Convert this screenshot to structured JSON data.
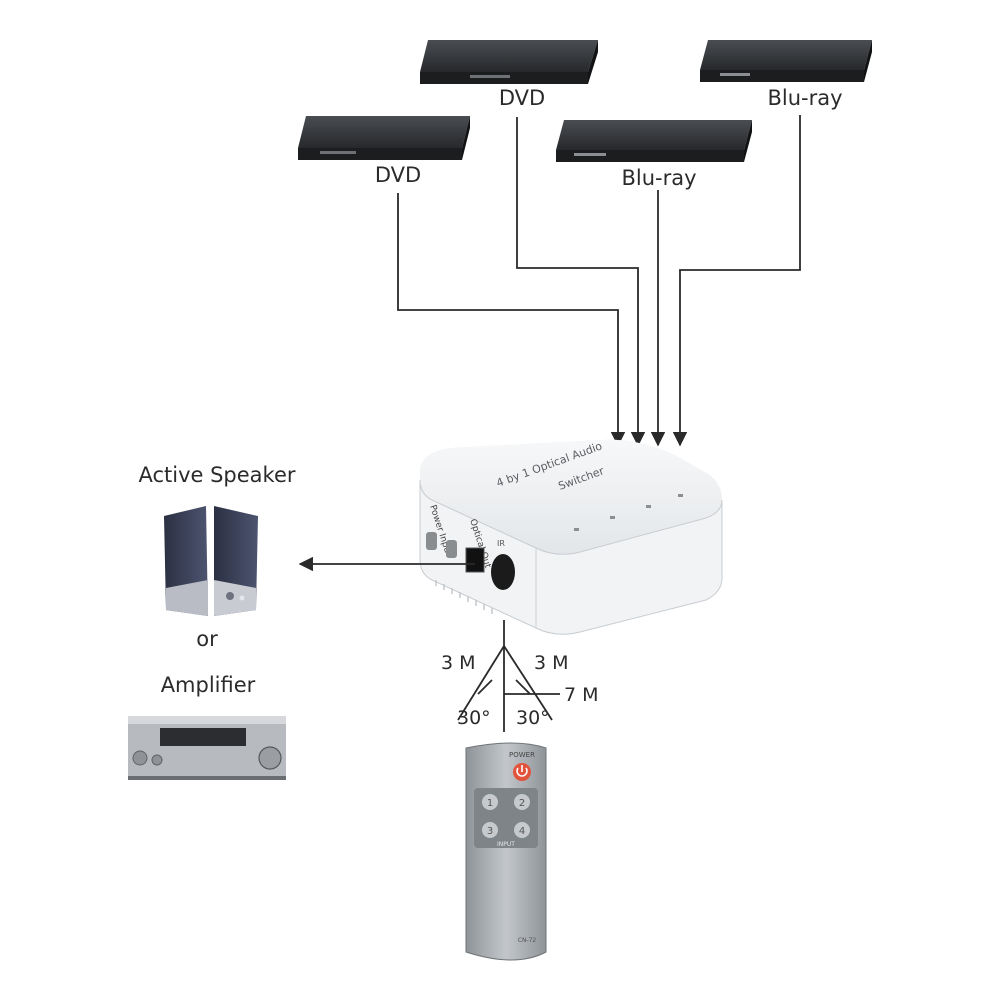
{
  "sources": {
    "dvd_top": "DVD",
    "dvd_left": "DVD",
    "bluray_mid": "Blu-ray",
    "bluray_right": "Blu-ray"
  },
  "outputs": {
    "speaker": "Active Speaker",
    "or": "or",
    "amplifier": "Amplifier"
  },
  "switcher": {
    "title_line1": "4 by 1 Optical Audio",
    "title_line2": "Switcher",
    "port_power": "Power Input",
    "port_optical": "Optical Out",
    "ir_label": "IR"
  },
  "range": {
    "left": "3 M",
    "right": "3 M",
    "front": "7 M",
    "angle_left": "30°",
    "angle_right": "30°"
  },
  "remote": {
    "power_label": "POWER",
    "buttons": [
      "1",
      "2",
      "3",
      "4"
    ],
    "input_label": "INPUT",
    "model": "CN-72"
  },
  "colors": {
    "line": "#2a2a2a",
    "device_dark": "#2f3135",
    "switcher_body": "#eef0f2",
    "remote_body": "#b8bcc0",
    "power_button": "#e2533c"
  }
}
